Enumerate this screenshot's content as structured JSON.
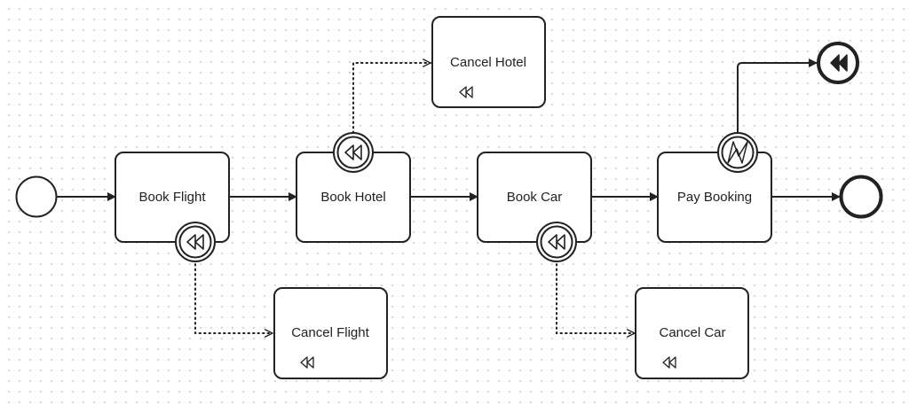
{
  "diagram": {
    "tasks": [
      {
        "id": "book_flight",
        "label": "Book Flight"
      },
      {
        "id": "book_hotel",
        "label": "Book Hotel"
      },
      {
        "id": "book_car",
        "label": "Book Car"
      },
      {
        "id": "pay_booking",
        "label": "Pay Booking"
      }
    ],
    "compensation_tasks": [
      {
        "id": "cancel_hotel",
        "label": "Cancel Hotel",
        "icon": "compensation-marker-icon"
      },
      {
        "id": "cancel_flight",
        "label": "Cancel Flight",
        "icon": "compensation-marker-icon"
      },
      {
        "id": "cancel_car",
        "label": "Cancel Car",
        "icon": "compensation-marker-icon"
      }
    ],
    "events": [
      {
        "id": "start",
        "type": "start-event"
      },
      {
        "id": "end",
        "type": "end-event"
      },
      {
        "id": "comp_end",
        "type": "compensation-end-event",
        "icon": "compensation-icon"
      }
    ],
    "boundary_events": [
      {
        "id": "flight_comp",
        "attached_to": "book_flight",
        "type": "compensation",
        "icon": "compensation-icon"
      },
      {
        "id": "hotel_comp",
        "attached_to": "book_hotel",
        "type": "compensation",
        "icon": "compensation-icon"
      },
      {
        "id": "car_comp",
        "attached_to": "book_car",
        "type": "compensation",
        "icon": "compensation-icon"
      },
      {
        "id": "pay_error",
        "attached_to": "pay_booking",
        "type": "error",
        "icon": "error-icon"
      }
    ],
    "sequence_flows": [
      {
        "from": "start",
        "to": "book_flight"
      },
      {
        "from": "book_flight",
        "to": "book_hotel"
      },
      {
        "from": "book_hotel",
        "to": "book_car"
      },
      {
        "from": "book_car",
        "to": "pay_booking"
      },
      {
        "from": "pay_booking",
        "to": "end"
      },
      {
        "from": "pay_error",
        "to": "comp_end"
      }
    ],
    "associations": [
      {
        "from": "flight_comp",
        "to": "cancel_flight"
      },
      {
        "from": "hotel_comp",
        "to": "cancel_hotel"
      },
      {
        "from": "car_comp",
        "to": "cancel_car"
      }
    ],
    "colors": {
      "stroke": "#222222",
      "fill": "#ffffff",
      "text": "#222222"
    }
  }
}
